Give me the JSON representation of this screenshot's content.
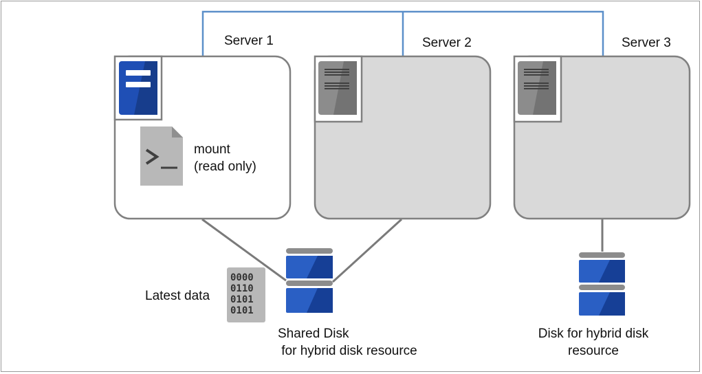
{
  "servers": [
    {
      "label": "Server 1",
      "state": "active"
    },
    {
      "label": "Server 2",
      "state": "standby"
    },
    {
      "label": "Server 3",
      "state": "standby"
    }
  ],
  "mount": {
    "line1": "mount",
    "line2": "(read only)"
  },
  "data_icon": {
    "label": "Latest data",
    "rows": [
      "0000",
      "0110",
      "0101",
      "0101"
    ]
  },
  "shared_disk": {
    "line1": "Shared Disk",
    "line2": " for hybrid disk resource"
  },
  "hybrid_disk": {
    "line1": "Disk for hybrid disk",
    "line2": "resource"
  },
  "colors": {
    "network": "#5b8fc9",
    "active_server": "#1f4fb5",
    "standby_server": "#8c8c8c",
    "disk": "#2451b3",
    "standby_fill": "#d9d9d9",
    "connector": "#7a7a7a"
  }
}
